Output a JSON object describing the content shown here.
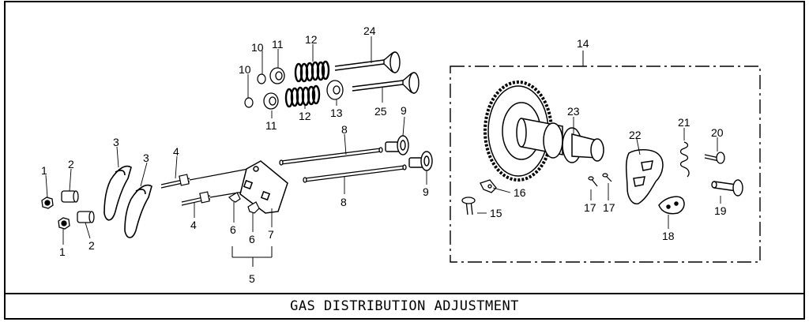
{
  "caption": "GAS DISTRIBUTION ADJUSTMENT",
  "callouts": {
    "c1a": "1",
    "c1b": "1",
    "c2a": "2",
    "c2b": "2",
    "c3a": "3",
    "c3b": "3",
    "c4a": "4",
    "c4b": "4",
    "c5": "5",
    "c6a": "6",
    "c6b": "6",
    "c7": "7",
    "c8a": "8",
    "c8b": "8",
    "c9a": "9",
    "c9b": "9",
    "c10a": "10",
    "c10b": "10",
    "c11a": "11",
    "c11b": "11",
    "c12a": "12",
    "c12b": "12",
    "c13": "13",
    "c14": "14",
    "c15": "15",
    "c16": "16",
    "c17a": "17",
    "c17b": "17",
    "c18": "18",
    "c19": "19",
    "c20": "20",
    "c21": "21",
    "c22": "22",
    "c23": "23",
    "c24": "24",
    "c25": "25"
  }
}
